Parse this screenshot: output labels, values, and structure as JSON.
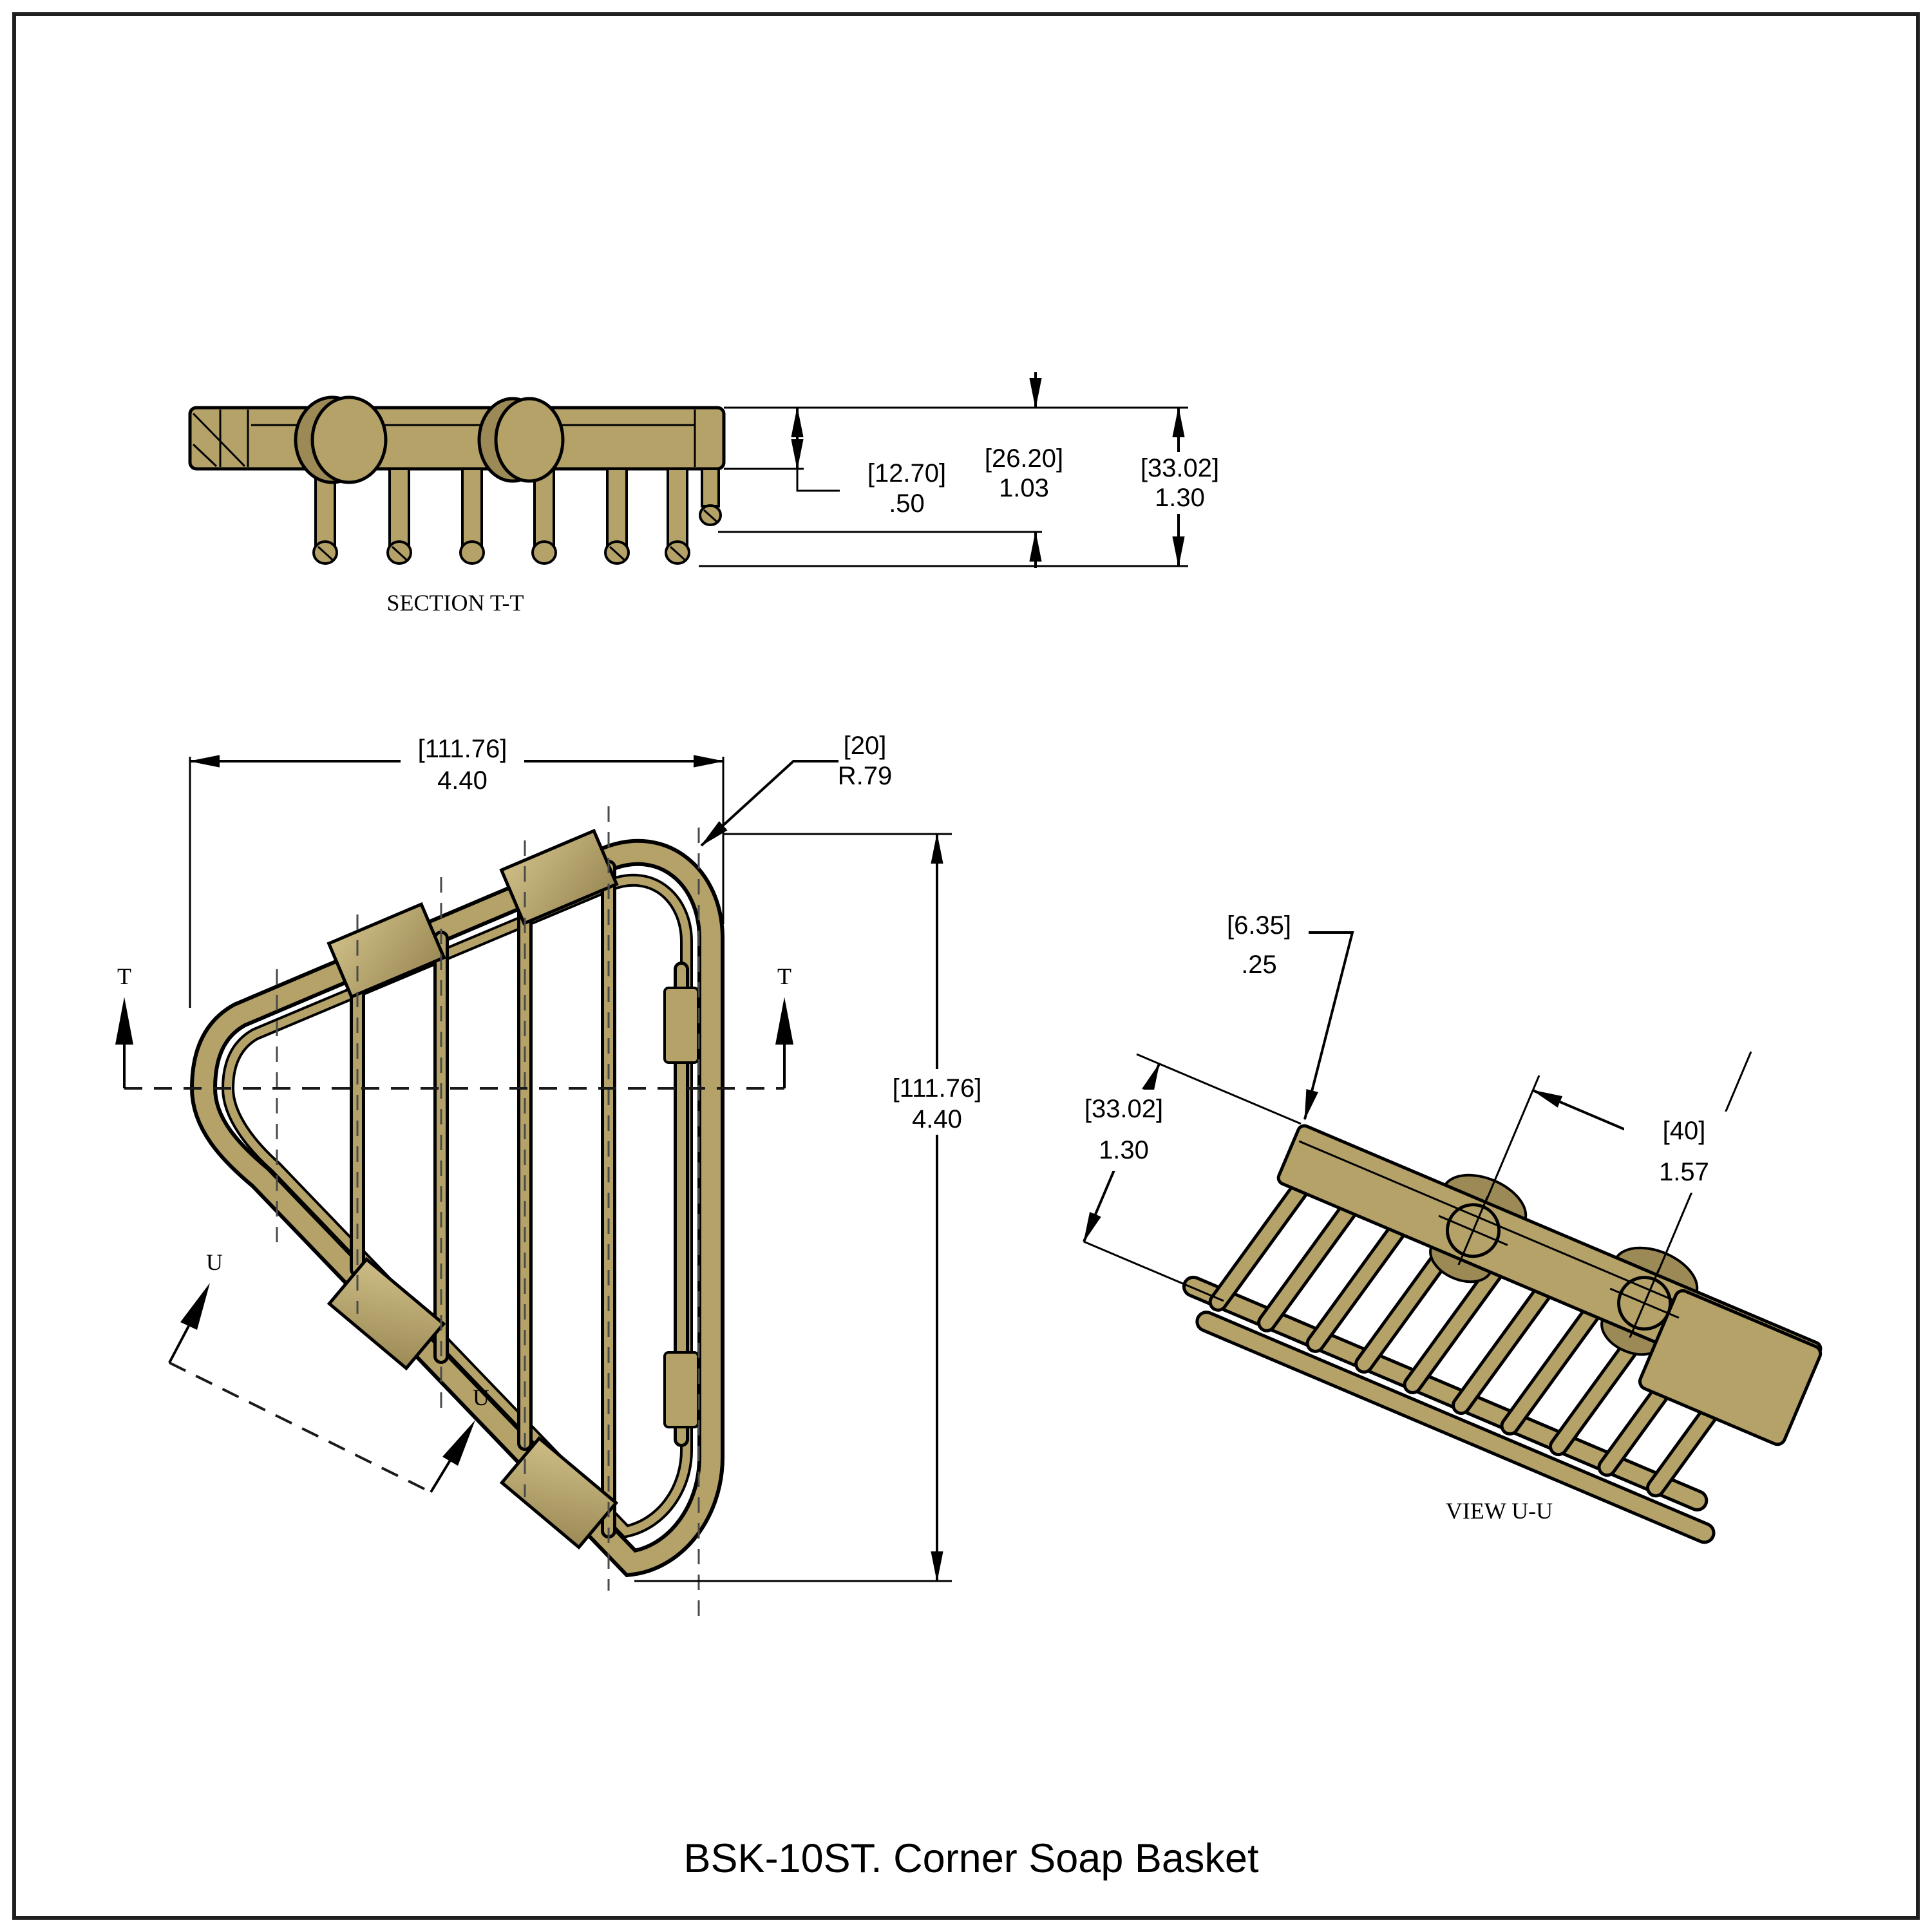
{
  "title": "BSK-10ST. Corner Soap Basket",
  "labels": {
    "section_tt": "SECTION T-T",
    "view_uu": "VIEW U-U",
    "t_marker": "T",
    "u_marker": "U"
  },
  "dimensions": {
    "bracket_height": {
      "mm": "[12.70]",
      "inch": ".50"
    },
    "basket_inner_depth": {
      "mm": "[26.20]",
      "inch": "1.03"
    },
    "overall_depth": {
      "mm": "[33.02]",
      "inch": "1.30"
    },
    "overall_width": {
      "mm": "[111.76]",
      "inch": "4.40"
    },
    "corner_radius": {
      "mm": "[20]",
      "inch": "R.79"
    },
    "overall_height": {
      "mm": "[111.76]",
      "inch": "4.40"
    },
    "rail_thickness": {
      "mm": "[6.35]",
      "inch": ".25"
    },
    "side_depth": {
      "mm": "[33.02]",
      "inch": "1.30"
    },
    "hole_spacing": {
      "mm": "[40]",
      "inch": "1.57"
    }
  },
  "colors": {
    "brass": "#b5a269",
    "brass_dark": "#9c8a56",
    "pad_light": "#cdbd85",
    "line": "#000000",
    "dash_line": "#4a4a4a",
    "background": "#ffffff"
  }
}
